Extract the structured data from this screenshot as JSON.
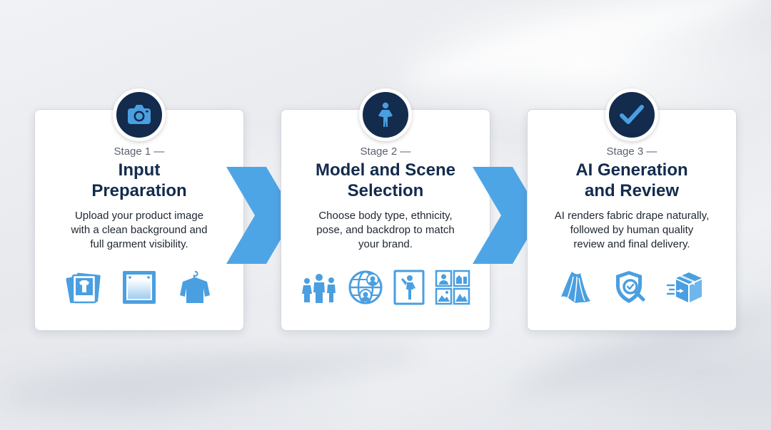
{
  "colors": {
    "navy": "#132b4d",
    "blue": "#4a9fe0",
    "arrow": "#4ea5e6"
  },
  "stages": [
    {
      "label": "Stage 1 —",
      "title_line1": "Input",
      "title_line2": "Preparation",
      "desc_line1": "Upload your product image",
      "desc_line2": "with a clean background and",
      "desc_line3": "full garment visibility.",
      "badge_icon": "camera-icon",
      "icons": [
        "photo-stack-icon",
        "backdrop-frame-icon",
        "shirt-on-hanger-icon"
      ]
    },
    {
      "label": "Stage 2 —",
      "title_line1": "Model and Scene",
      "title_line2": "Selection",
      "desc_line1": "Choose body type, ethnicity,",
      "desc_line2": "pose, and backdrop to match",
      "desc_line3": "your brand.",
      "badge_icon": "person-pose-icon",
      "icons": [
        "people-group-icon",
        "globe-faces-icon",
        "pose-frame-icon",
        "backdrop-gallery-icon"
      ]
    },
    {
      "label": "Stage 3 —",
      "title_line1": "AI Generation",
      "title_line2": "and Review",
      "desc_line1": "AI renders fabric drape naturally,",
      "desc_line2": "followed by human quality",
      "desc_line3": "review and final delivery.",
      "badge_icon": "checkmark-icon",
      "icons": [
        "fabric-drape-icon",
        "shield-magnifier-icon",
        "delivery-box-icon"
      ]
    }
  ]
}
